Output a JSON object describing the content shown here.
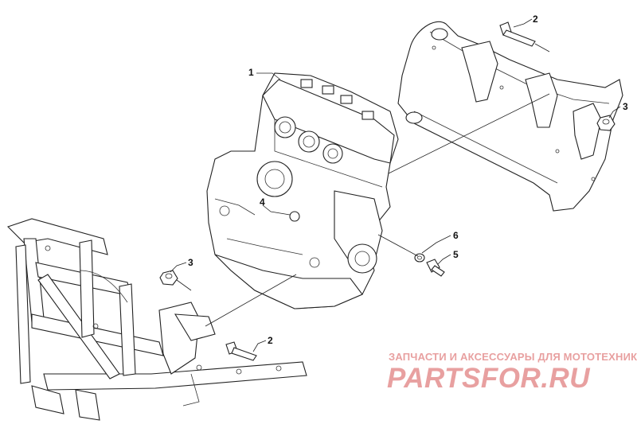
{
  "callouts": {
    "engine": "1",
    "bolt_top": "2",
    "bolt_bottom": "2",
    "nut_right": "3",
    "nut_left": "3",
    "bracket_stud": "4",
    "bolt_small": "5",
    "washer": "6"
  },
  "watermark": {
    "tagline": "ЗАПЧАСТИ И АКСЕССУАРЫ ДЛЯ МОТОТЕХНИКИ",
    "logo": "PARTSFOR.RU"
  },
  "colors": {
    "line": "#222222",
    "watermark": "#e8a0a0",
    "background": "#ffffff"
  }
}
